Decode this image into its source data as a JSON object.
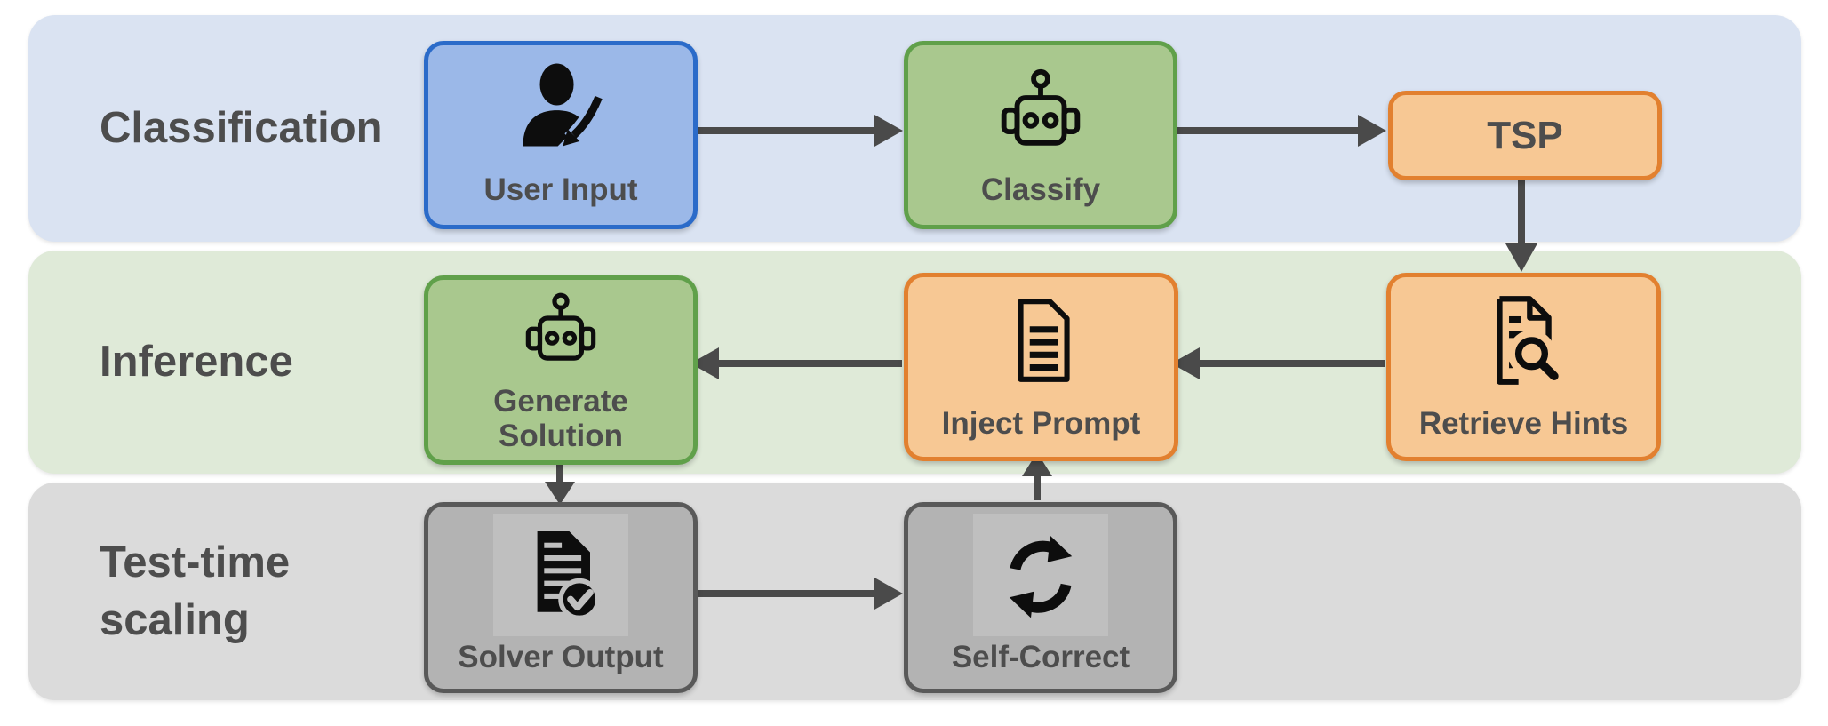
{
  "bands": {
    "classification": {
      "label": "Classification",
      "bg": "#dae3f2"
    },
    "inference": {
      "label": "Inference",
      "bg": "#dfead8"
    },
    "test_time_scaling": {
      "label": "Test-time scaling",
      "bg": "#dbdbdb"
    }
  },
  "nodes": {
    "user_input": {
      "label": "User Input",
      "icon": "user-edit-icon",
      "fill": "#9bb8e8",
      "border": "#2b6bc9"
    },
    "classify": {
      "label": "Classify",
      "icon": "robot-icon",
      "fill": "#a9c88e",
      "border": "#60a04a"
    },
    "tsp": {
      "label": "TSP",
      "fill": "#f7c894",
      "border": "#e2802f"
    },
    "retrieve_hints": {
      "label": "Retrieve Hints",
      "icon": "document-search-icon",
      "fill": "#f7c894",
      "border": "#e2802f"
    },
    "inject_prompt": {
      "label": "Inject Prompt",
      "icon": "document-icon",
      "fill": "#f7c894",
      "border": "#e2802f"
    },
    "generate_solution": {
      "label": "Generate Solution",
      "icon": "robot-icon",
      "fill": "#a9c88e",
      "border": "#60a04a"
    },
    "solver_output": {
      "label": "Solver Output",
      "icon": "document-check-icon",
      "fill": "#b3b3b3",
      "border": "#595959"
    },
    "self_correct": {
      "label": "Self-Correct",
      "icon": "refresh-icon",
      "fill": "#b3b3b3",
      "border": "#595959"
    }
  },
  "edges": [
    {
      "from": "user_input",
      "to": "classify"
    },
    {
      "from": "classify",
      "to": "tsp"
    },
    {
      "from": "tsp",
      "to": "retrieve_hints"
    },
    {
      "from": "retrieve_hints",
      "to": "inject_prompt"
    },
    {
      "from": "inject_prompt",
      "to": "generate_solution"
    },
    {
      "from": "generate_solution",
      "to": "solver_output"
    },
    {
      "from": "solver_output",
      "to": "self_correct"
    },
    {
      "from": "self_correct",
      "to": "inject_prompt"
    }
  ],
  "colors": {
    "arrow": "#4a4a4a",
    "label_text": "#4d4d4d",
    "icon": "#0d0d0d",
    "gray_icon_backdrop": "#bfbfbf"
  }
}
